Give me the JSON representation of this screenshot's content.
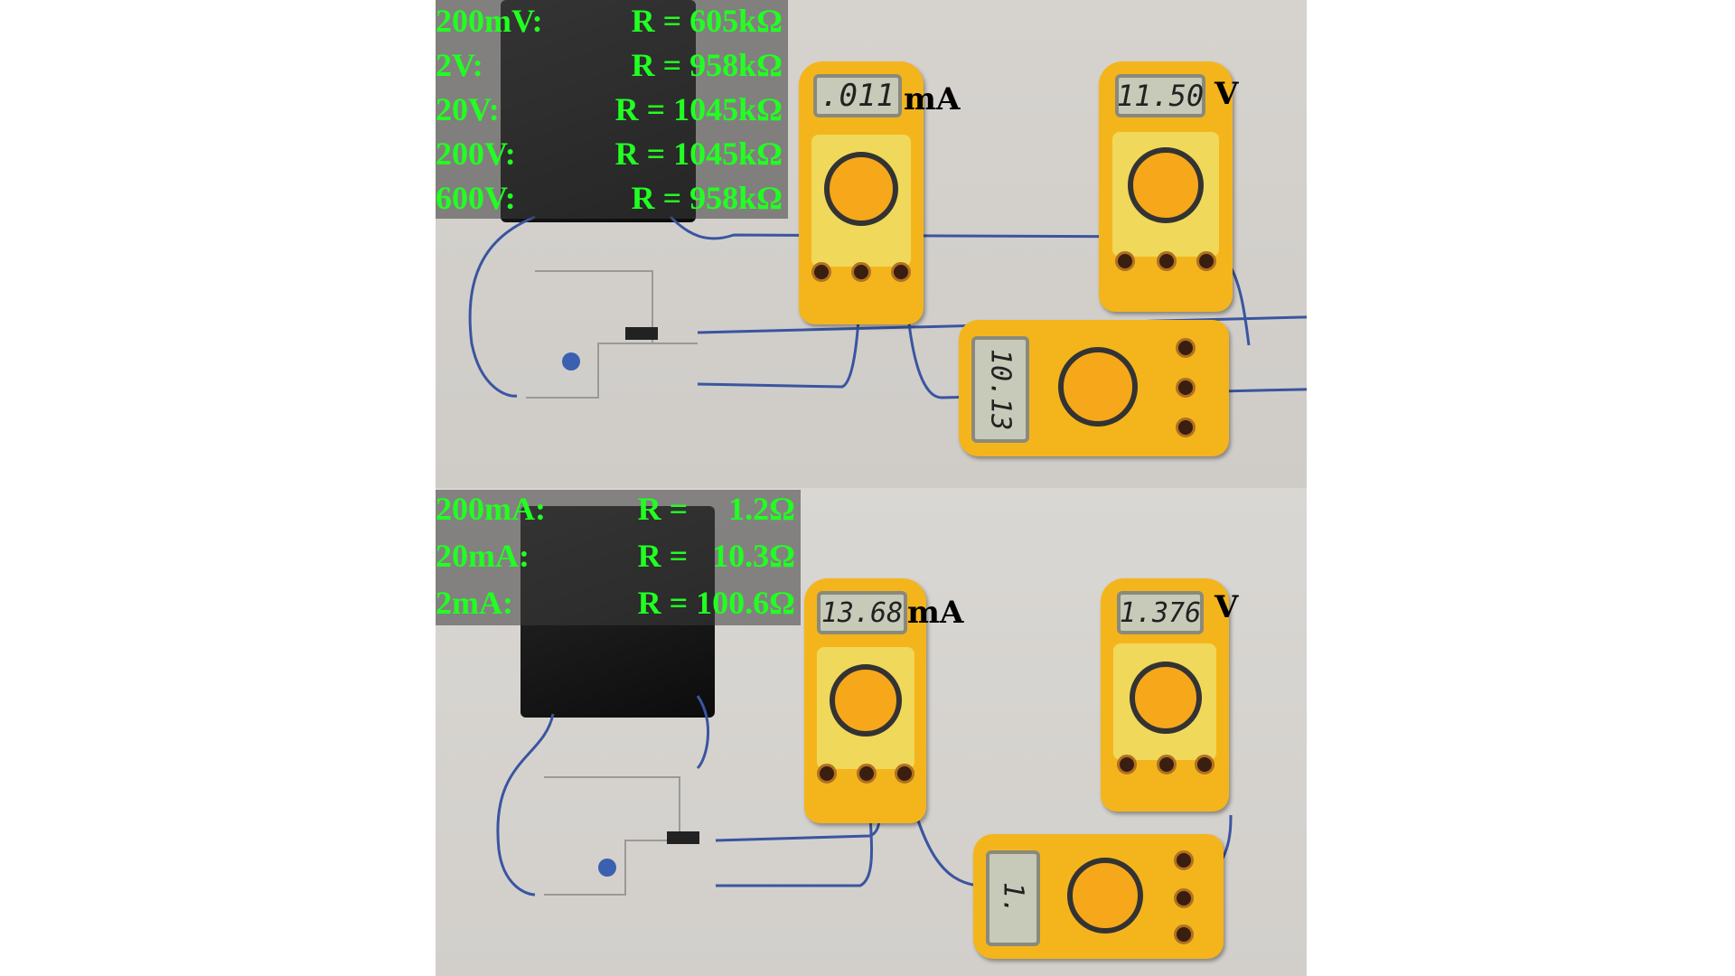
{
  "top_panel": {
    "measurements": [
      {
        "range": "200mV:",
        "resistance": "R =   605kΩ"
      },
      {
        "range": "2V:",
        "resistance": "R =   958kΩ"
      },
      {
        "range": "20V:",
        "resistance": "R = 1045kΩ"
      },
      {
        "range": "200V:",
        "resistance": "R = 1045kΩ"
      },
      {
        "range": "600V:",
        "resistance": "R =   958kΩ"
      }
    ],
    "ammeter_reading": ".011",
    "ammeter_unit": "mA",
    "voltmeter_reading": "11.50",
    "voltmeter_unit": "V",
    "meter_under_test_reading": "10.13"
  },
  "bottom_panel": {
    "measurements": [
      {
        "range": "200mA:",
        "resistance": "R =     1.2Ω"
      },
      {
        "range": "20mA:",
        "resistance": "R =   10.3Ω"
      },
      {
        "range": "2mA:",
        "resistance": "R = 100.6Ω"
      }
    ],
    "ammeter_reading": "13.68",
    "ammeter_unit": "mA",
    "voltmeter_reading": "1.376",
    "voltmeter_unit": "V",
    "meter_under_test_reading": "1."
  },
  "colors": {
    "overlay_text": "#22ff22",
    "meter_body": "#f4b51c",
    "wire": "#3a55a0"
  }
}
